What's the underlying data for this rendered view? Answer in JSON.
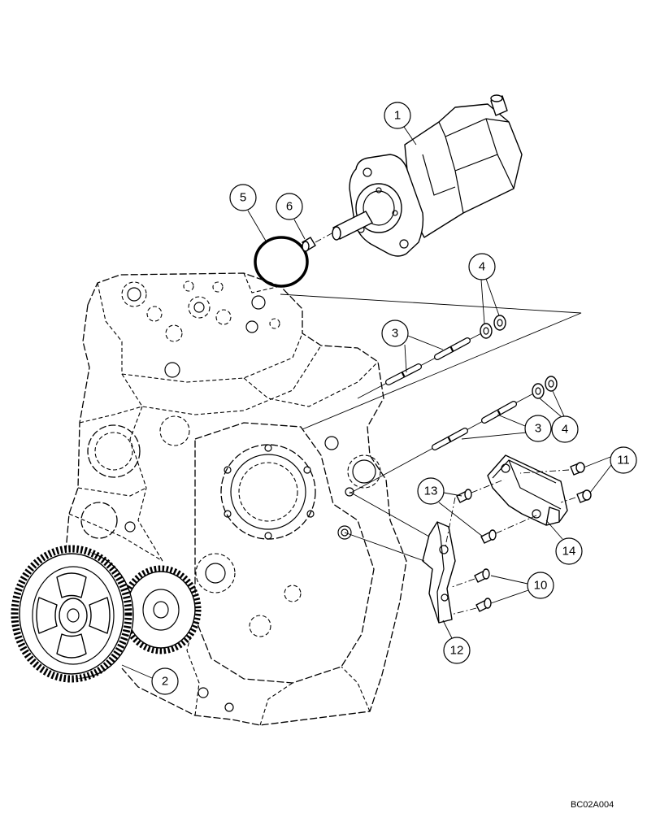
{
  "callouts": [
    "1",
    "2",
    "3",
    "3",
    "4",
    "4",
    "5",
    "6",
    "10",
    "11",
    "12",
    "13",
    "14"
  ],
  "reference_code": "BC02A004"
}
